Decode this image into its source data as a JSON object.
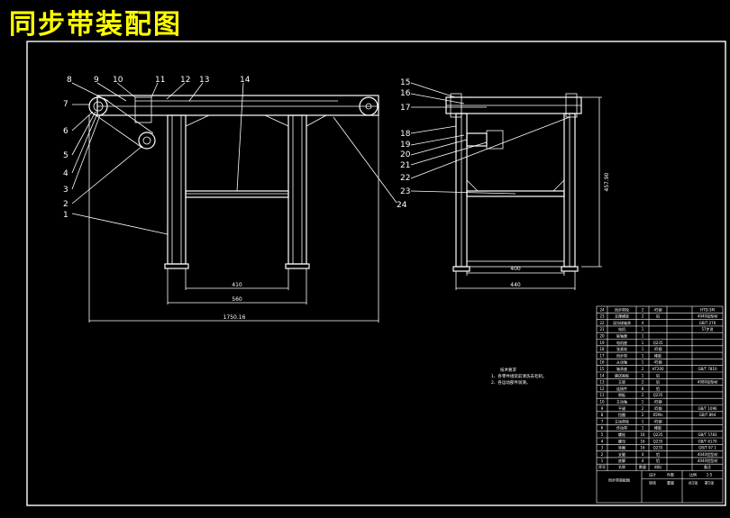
{
  "drawing_title": "同步带装配图",
  "colors": {
    "background": "#000000",
    "line": "#ffffff",
    "title": "#ffff00"
  },
  "front_view": {
    "balloons_top": [
      "8",
      "9",
      "10",
      "11",
      "12",
      "13",
      "14"
    ],
    "balloons_left": [
      "7",
      "6",
      "5",
      "4",
      "3",
      "2",
      "1"
    ],
    "balloon_right_bottom": "24",
    "dimensions": {
      "inner_width": "410",
      "leg_span": "560",
      "overall_length": "1750.16"
    }
  },
  "side_view": {
    "balloons_right": [
      "15",
      "16",
      "17"
    ],
    "balloons_left": [
      "18",
      "19",
      "20",
      "21",
      "22",
      "23"
    ],
    "dimensions": {
      "inner_width": "400",
      "overall_width": "440",
      "height": "457.90"
    }
  },
  "tech_notes": {
    "heading": "技术要求",
    "lines": [
      "1、各零件组装前清洗去毛刺。",
      "2、各运动部件润滑。"
    ]
  },
  "parts_table": {
    "header": {
      "no": "序号",
      "name": "名称",
      "qty": "数量",
      "material": "材料",
      "remark": "备注"
    },
    "rows": [
      {
        "no": "24",
        "name": "同步带轮",
        "qty": "2",
        "material": "45钢",
        "remark": "HTD-5M"
      },
      {
        "no": "23",
        "name": "支撑横梁",
        "qty": "2",
        "material": "铝",
        "remark": "4040铝型材"
      },
      {
        "no": "22",
        "name": "深沟球轴承",
        "qty": "4",
        "material": "",
        "remark": "GB/T 276"
      },
      {
        "no": "21",
        "name": "电机",
        "qty": "1",
        "material": "",
        "remark": "57步进"
      },
      {
        "no": "20",
        "name": "联轴器",
        "qty": "1",
        "material": "",
        "remark": ""
      },
      {
        "no": "19",
        "name": "电机座",
        "qty": "1",
        "material": "Q235",
        "remark": ""
      },
      {
        "no": "18",
        "name": "张紧轮",
        "qty": "1",
        "material": "45钢",
        "remark": ""
      },
      {
        "no": "17",
        "name": "同步带",
        "qty": "1",
        "material": "橡胶",
        "remark": ""
      },
      {
        "no": "16",
        "name": "从动轴",
        "qty": "1",
        "material": "45钢",
        "remark": ""
      },
      {
        "no": "15",
        "name": "轴承座",
        "qty": "2",
        "material": "HT200",
        "remark": "GB/T 7810"
      },
      {
        "no": "14",
        "name": "输送面板",
        "qty": "1",
        "material": "铝",
        "remark": ""
      },
      {
        "no": "13",
        "name": "主梁",
        "qty": "2",
        "material": "铝",
        "remark": "4080铝型材"
      },
      {
        "no": "12",
        "name": "连接件",
        "qty": "8",
        "material": "铝",
        "remark": ""
      },
      {
        "no": "11",
        "name": "侧板",
        "qty": "2",
        "material": "Q235",
        "remark": ""
      },
      {
        "no": "10",
        "name": "主动轴",
        "qty": "1",
        "material": "45钢",
        "remark": ""
      },
      {
        "no": "9",
        "name": "平键",
        "qty": "2",
        "material": "45钢",
        "remark": "GB/T 1096"
      },
      {
        "no": "8",
        "name": "挡圈",
        "qty": "2",
        "material": "65Mn",
        "remark": "GB/T 894"
      },
      {
        "no": "7",
        "name": "主动带轮",
        "qty": "1",
        "material": "45钢",
        "remark": ""
      },
      {
        "no": "6",
        "name": "传动带",
        "qty": "1",
        "material": "橡胶",
        "remark": ""
      },
      {
        "no": "5",
        "name": "螺栓",
        "qty": "16",
        "material": "Q235",
        "remark": "GB/T 5783"
      },
      {
        "no": "4",
        "name": "螺母",
        "qty": "16",
        "material": "Q235",
        "remark": "GB/T 6170"
      },
      {
        "no": "3",
        "name": "垫圈",
        "qty": "16",
        "material": "Q235",
        "remark": "GB/T 97.1"
      },
      {
        "no": "2",
        "name": "支腿",
        "qty": "4",
        "material": "铝",
        "remark": "4040铝型材"
      },
      {
        "no": "1",
        "name": "底脚",
        "qty": "4",
        "material": "铝",
        "remark": "4040铝型材"
      }
    ],
    "title_block": {
      "drawing_name": "同步带装配图",
      "scale_label": "比例",
      "scale_value": "1:5",
      "sheet_label": "共1张",
      "sheet_no": "第1张",
      "designer": "设计",
      "checker": "审核",
      "qty_label": "件数",
      "weight_label": "重量"
    }
  }
}
